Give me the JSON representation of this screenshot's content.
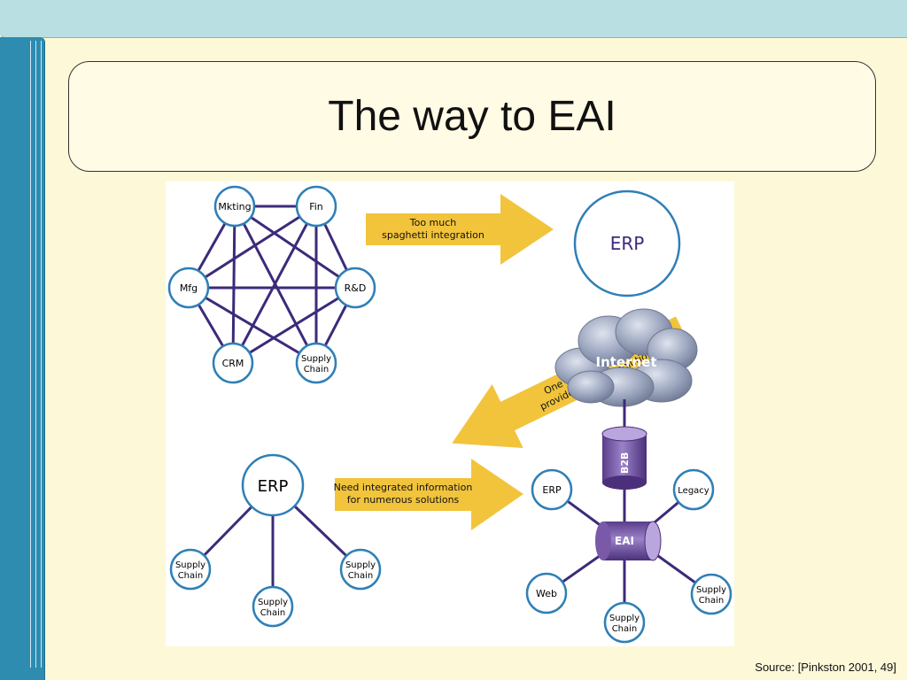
{
  "slide": {
    "title": "The way to EAI",
    "source": "Source: [Pinkston 2001, 49]"
  },
  "colors": {
    "background": "#fdf9d8",
    "top_band": "#b9dfe3",
    "left_band": "#2d8cb0",
    "link": "#3d2a7a",
    "node_border": "#2f7fb6",
    "arrow": "#f2c43c",
    "eai_component": "#7a5aa8"
  },
  "diagram": {
    "spaghetti_nodes": [
      "Mkting",
      "Fin",
      "Mfg",
      "R&D",
      "CRM",
      "Supply Chain"
    ],
    "erp_single": "ERP",
    "internet_label": "Internet",
    "b2b_label": "B2B",
    "erp_hub": "ERP",
    "hub_leaves": [
      "Supply Chain",
      "Supply Chain",
      "Supply Chain"
    ],
    "eai_label": "EAI",
    "eai_nodes": [
      "ERP",
      "Legacy",
      "Web",
      "Supply Chain",
      "Supply Chain"
    ],
    "arrows": [
      {
        "label_lines": [
          "Too much",
          "spaghetti integration"
        ],
        "direction": "right"
      },
      {
        "label_lines": [
          "One system does not",
          "provide all of the solution"
        ],
        "direction": "left"
      },
      {
        "label_lines": [
          "Need integrated information",
          "for numerous solutions"
        ],
        "direction": "right"
      }
    ]
  }
}
